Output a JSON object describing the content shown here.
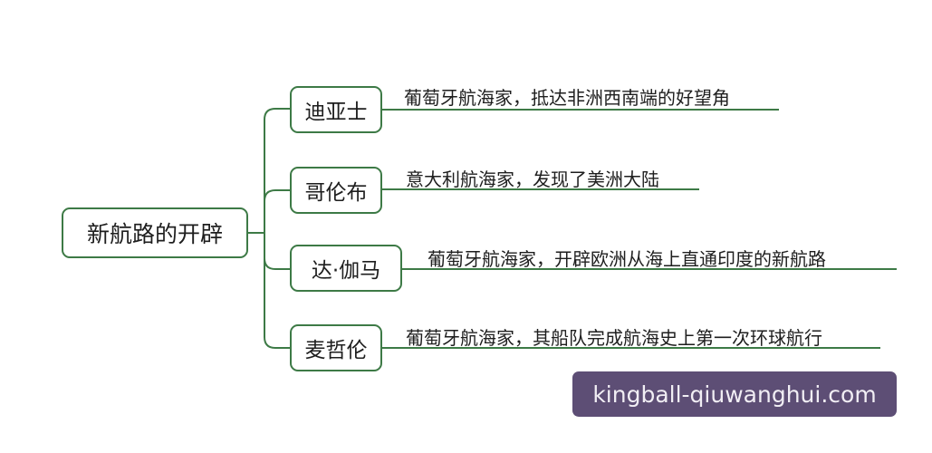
{
  "root": {
    "label": "新航路的开辟"
  },
  "branches": [
    {
      "name": "迪亚士",
      "description": "葡萄牙航海家，抵达非洲西南端的好望角"
    },
    {
      "name": "哥伦布",
      "description": "意大利航海家，发现了美洲大陆"
    },
    {
      "name": "达·伽马",
      "description": "葡萄牙航海家，开辟欧洲从海上直通印度的新航路"
    },
    {
      "name": "麦哲伦",
      "description": "葡萄牙航海家，其船队完成航海史上第一次环球航行"
    }
  ],
  "colors": {
    "line": "#3d7a46",
    "watermark_bg": "#5d4e75",
    "watermark_text": "#f1eef4"
  },
  "watermark": {
    "text": "kingball-qiuwanghui.com"
  }
}
